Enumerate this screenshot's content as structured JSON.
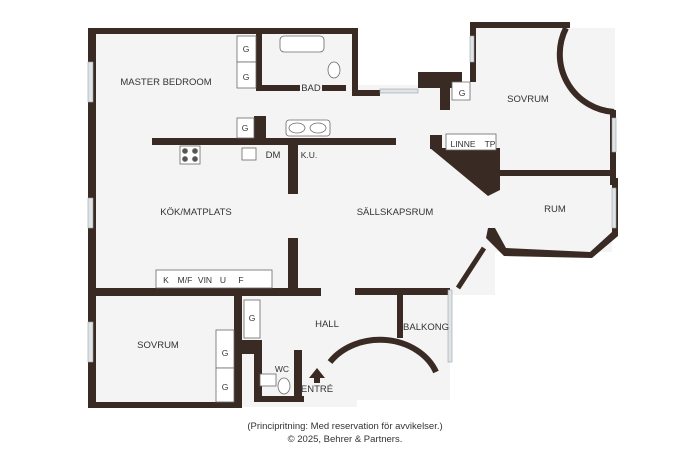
{
  "colors": {
    "wall": "#3a2a24",
    "floor": "#f4f4f4",
    "window": "#dfe4e6",
    "fixture": "#ffffff",
    "background": "#ffffff"
  },
  "rooms": {
    "master_bedroom": "MASTER BEDROOM",
    "bad": "BAD",
    "sovrum_top": "SOVRUM",
    "linne": "LINNE",
    "tp": "TP",
    "dm": "DM",
    "ku": "K.U.",
    "kok": "KÖK/MATPLATS",
    "sallskapsrum": "SÄLLSKAPSRUM",
    "rum": "RUM",
    "hall": "HALL",
    "balkong": "BALKONG",
    "sovrum_bottom": "SOVRUM",
    "wc": "WC",
    "entre": "ENTRÉ"
  },
  "closets": {
    "g": "G",
    "k": "K",
    "mf": "M/F",
    "vin": "VIN",
    "u": "U",
    "f": "F"
  },
  "footer": {
    "line1": "(Principritning: Med reservation för avvikelser.)",
    "line2": "© 2025, Behrer & Partners."
  }
}
